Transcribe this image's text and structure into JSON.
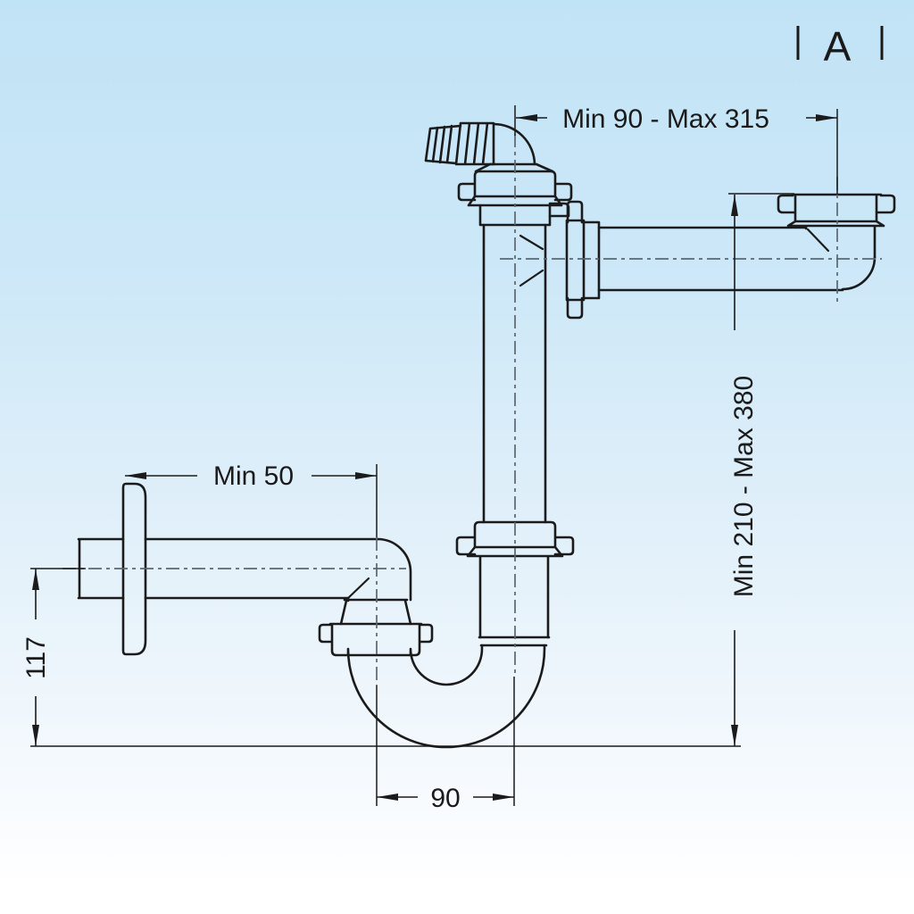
{
  "header": {
    "variant_label": "A"
  },
  "dimensions": {
    "top_horizontal": "Min 90 - Max 315",
    "right_vertical": "Min 210 - Max 380",
    "wall_offset": "Min 50",
    "trap_depth": "117",
    "trap_width": "90"
  },
  "colors": {
    "background_top": "#c1e3f6",
    "background_bottom": "#ffffff",
    "outline": "#1b1b1b",
    "centerline": "#5b6770",
    "text": "#1a1a1a"
  }
}
